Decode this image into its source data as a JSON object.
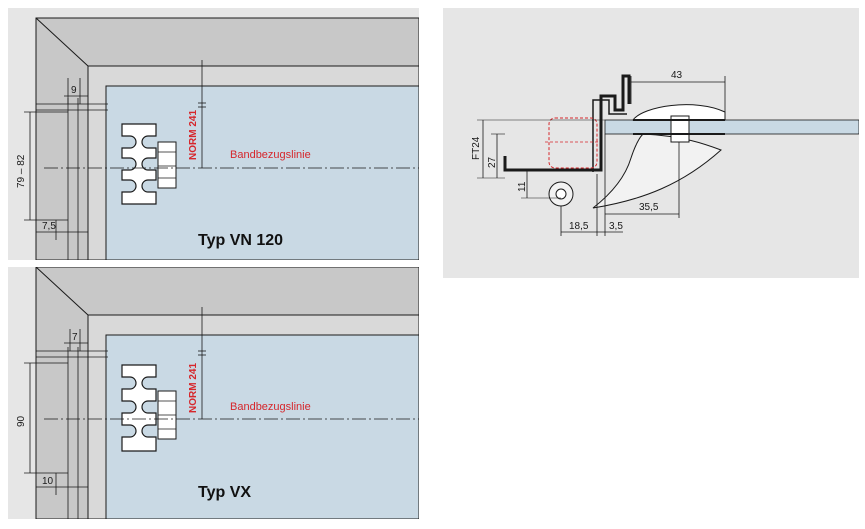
{
  "colors": {
    "background": "#e6e6e6",
    "frame": "#c8c8c8",
    "glass": "#c9d9e4",
    "accent_red": "#d6262b",
    "line": "#1a1a1a"
  },
  "panel_vn120": {
    "type_label": "Typ VN 120",
    "norm_label": "NORM 241",
    "reference_label": "Bandbezugslinie",
    "dim_top": "9",
    "dim_height": "79 – 82",
    "dim_bottom": "7,5"
  },
  "panel_vx": {
    "type_label": "Typ VX",
    "norm_label": "NORM 241",
    "reference_label": "Bandbezugslinie",
    "dim_top": "7",
    "dim_height": "90",
    "dim_bottom": "10"
  },
  "panel_section": {
    "dim_43": "43",
    "dim_ft24": "FT24",
    "dim_27": "27",
    "dim_11": "11",
    "dim_35_5": "35,5",
    "dim_18_5": "18,5",
    "dim_3_5": "3,5"
  }
}
